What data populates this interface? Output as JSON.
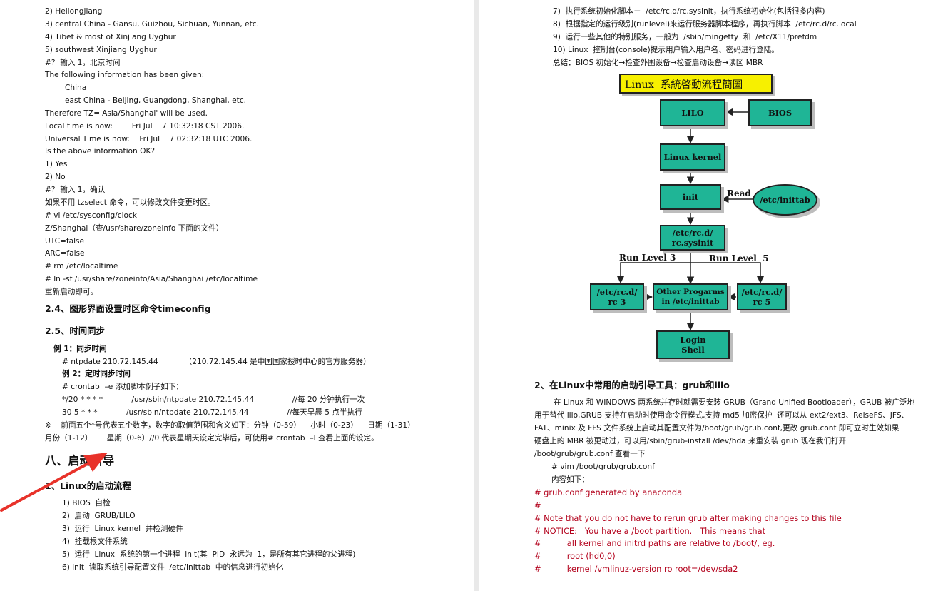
{
  "left": {
    "lines": [
      "2) Heilongjiang",
      "3) central China - Gansu, Guizhou, Sichuan, Yunnan, etc.",
      "4) Tibet & most of Xinjiang Uyghur",
      "5) southwest Xinjiang Uyghur",
      "#?  输入 1，北京时间",
      "The following information has been given:",
      "China",
      "east China - Beijing, Guangdong, Shanghai, etc.",
      "Therefore TZ='Asia/Shanghai' will be used.",
      "Local time is now:        Fri Jul    7 10:32:18 CST 2006.",
      "Universal Time is now:    Fri Jul    7 02:32:18 UTC 2006.",
      "Is the above information OK?",
      "1) Yes",
      "2) No",
      "#?  输入 1，确认",
      "如果不用 tzselect 命令，可以修改文件变更时区。",
      "# vi /etc/sysconfig/clock",
      "Z/Shanghai（查/usr/share/zoneinfo 下面的文件）",
      "UTC=false",
      "ARC=false",
      "# rm /etc/localtime",
      "# ln -sf /usr/share/zoneinfo/Asia/Shanghai /etc/localtime",
      "重新启动即可。"
    ],
    "heading_24": "2.4、图形界面设置时区命令timeconfig",
    "heading_25": "2.5、时间同步",
    "ex1_title": "例 1：同步时间",
    "ex1_cmd": "# ntpdate 210.72.145.44           （210.72.145.44 是中国国家授时中心的官方服务器）",
    "ex2_title": "例 2：定时同步时间",
    "ex2_lines": [
      "# crontab  –e 添加脚本例子如下：",
      "*/20 * * * *            /usr/sbin/ntpdate 210.72.145.44                //每 20 分钟执行一次",
      "30 5 * * *            /usr/sbin/ntpdate 210.72.145.44                //每天早晨 5 点半执行"
    ],
    "note_lines": [
      "※    前面五个*号代表五个数字，数字的取值范围和含义如下：分钟（0-59）    小时（0-23）    日期（1-31）",
      "月份（1-12）      星期（0-6）//0 代表星期天设定完毕后，可使用# crontab  –l 查看上面的设定。"
    ],
    "chapter": "八、启动引导",
    "section1": "1、Linux的启动流程",
    "boot_steps": [
      "1) BIOS  自检",
      "2)  启动  GRUB/LILO",
      "3)  运行  Linux kernel  并检测硬件",
      "4)  挂载根文件系统",
      "5)  运行  Linux  系统的第一个进程  init(其  PID  永远为  1，是所有其它进程的父进程)",
      "6) init  读取系统引导配置文件  /etc/inittab  中的信息进行初始化"
    ]
  },
  "right": {
    "steps": [
      "7)  执行系统初始化脚本－  /etc/rc.d/rc.sysinit，执行系统初始化(包括很多内容)",
      "8)  根据指定的运行级别(runlevel)来运行服务器脚本程序，再执行脚本  /etc/rc.d/rc.local",
      "9)  运行一些其他的特别服务，一般为  /sbin/mingetty  和  /etc/X11/prefdm",
      "10) Linux  控制台(console)提示用户输入用户名、密码进行登陆。",
      "总结：BIOS 初始化→检查外围设备→检查启动设备→读区 MBR"
    ],
    "diagram": {
      "title": "Linux  系統啓動流程簡圖",
      "lilo": "LILO",
      "bios": "BIOS",
      "kernel": "Linux kernel",
      "init": "init",
      "read": "Read",
      "inittab": "/etc/inittab",
      "sysinit": "/etc/rc.d/\nrc.sysinit",
      "runlevel3": "Run Level 3",
      "runlevel5": "Run Level  5",
      "rc3": "/etc/rc.d/\nrc 3",
      "other": "Other Progarms\nin /etc/inittab",
      "rc5": "/etc/rc.d/\nrc 5",
      "login": "Login\nShell"
    },
    "section2": "2、在Linux中常用的启动引导工具：grub和lilo",
    "para_lines": [
      "        在 Linux 和 WINDOWS 两系统并存时就需要安装 GRUB（Grand Unified Bootloader），GRUB 被广泛地",
      "用于替代 lilo,GRUB 支持在启动时使用命令行模式,支持 md5 加密保护  还可以从 ext2/ext3、ReiseFS、JFS、",
      "FAT、minix 及 FFS 文件系统上启动其配置文件为/boot/grub/grub.conf,更改 grub.conf 即可立时生效如果",
      "硬盘上的 MBR 被更动过，可以用/sbin/grub-install /dev/hda 来重安装 grub 现在我们打开",
      "/boot/grub/grub.conf 查看一下"
    ],
    "vim_cmd": "# vim /boot/grub/grub.conf",
    "content_label": "内容如下：",
    "conf_lines": [
      "# grub.conf generated by anaconda",
      "#",
      "# Note that you do not have to rerun grub after making changes to this file",
      "# NOTICE:   You have a /boot partition.   This means that",
      "#          all kernel and initrd paths are relative to /boot/, eg.",
      "#          root (hd0,0)",
      "#          kernel /vmlinuz-version ro root=/dev/sda2"
    ]
  },
  "colors": {
    "box_fill": "#1fb596",
    "title_fill": "#f7f000",
    "arrow_red": "#e8322a",
    "conf_text": "#b3001b"
  }
}
